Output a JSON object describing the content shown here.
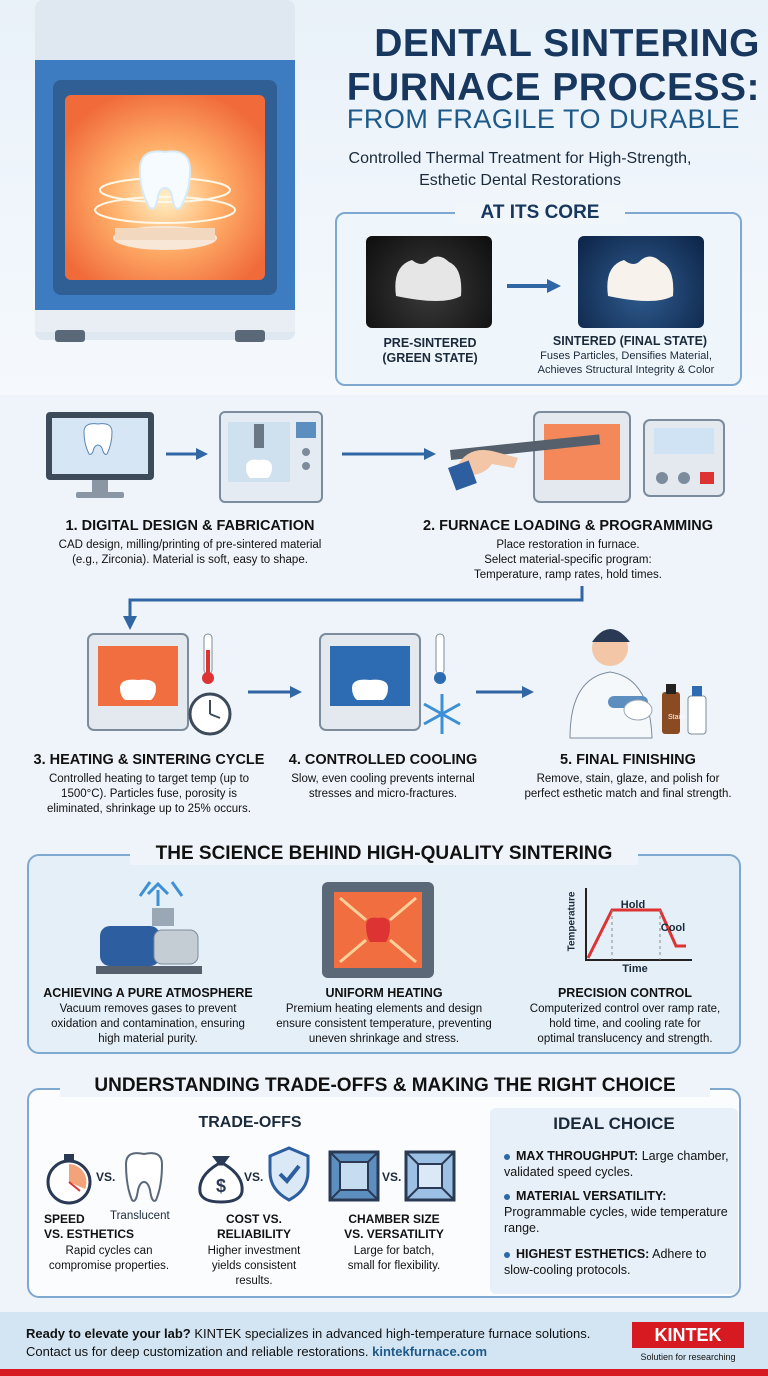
{
  "header": {
    "title_line1": "DENTAL SINTERING",
    "title_line2": "FURNACE PROCESS:",
    "title_line3": "FROM FRAGILE TO DURABLE",
    "subtitle": "Controlled Thermal Treatment for High-Strength, Esthetic Dental Restorations"
  },
  "core": {
    "title": "AT ITS CORE",
    "pre_label_1": "PRE-SINTERED",
    "pre_label_2": "(GREEN STATE)",
    "post_label": "SINTERED (FINAL STATE)",
    "post_desc_1": "Fuses Particles, Densifies Material,",
    "post_desc_2": "Achieves Structural Integrity & Color"
  },
  "steps": [
    {
      "title": "1. DIGITAL DESIGN & FABRICATION",
      "desc_1": "CAD design, milling/printing of pre-sintered material",
      "desc_2": "(e.g., Zirconia). Material is soft, easy to shape."
    },
    {
      "title": "2. FURNACE LOADING & PROGRAMMING",
      "desc_1": "Place restoration in furnace.",
      "desc_2": "Select material-specific program:",
      "desc_3": "Temperature, ramp rates, hold times."
    },
    {
      "title": "3. HEATING & SINTERING CYCLE",
      "desc_1": "Controlled heating to target temp (up to",
      "desc_2": "1500°C). Particles fuse, porosity is",
      "desc_3": "eliminated, shrinkage up to 25% occurs."
    },
    {
      "title": "4. CONTROLLED COOLING",
      "desc_1": "Slow, even cooling prevents internal",
      "desc_2": "stresses and micro-fractures."
    },
    {
      "title": "5. FINAL FINISHING",
      "desc_1": "Remove, stain, glaze, and polish for",
      "desc_2": "perfect esthetic match and final strength."
    }
  ],
  "science": {
    "title": "THE SCIENCE BEHIND HIGH-QUALITY SINTERING",
    "items": [
      {
        "head": "ACHIEVING A PURE ATMOSPHERE",
        "d1": "Vacuum removes gases to prevent",
        "d2": "oxidation and contamination, ensuring",
        "d3": "high material purity."
      },
      {
        "head": "UNIFORM HEATING",
        "d1": "Premium heating elements and design",
        "d2": "ensure consistent temperature, preventing",
        "d3": "uneven shrinkage and stress."
      },
      {
        "head": "PRECISION CONTROL",
        "d1": "Computerized control over ramp rate,",
        "d2": "hold time, and cooling rate for",
        "d3": "optimal translucency and strength."
      }
    ],
    "graph": {
      "ylabel": "Temperature",
      "xlabel": "Time",
      "hold": "Hold",
      "cool": "Cool"
    }
  },
  "tradeoffs": {
    "title": "UNDERSTANDING TRADE-OFFS & MAKING THE RIGHT CHOICE",
    "sub": "TRADE-OFFS",
    "vs": "VS.",
    "translucent": "Translucent",
    "items": [
      {
        "h1": "SPEED",
        "h2": "VS. ESTHETICS",
        "d1": "Rapid cycles can",
        "d2": "compromise properties."
      },
      {
        "h1": "COST VS.",
        "h2": "RELIABILITY",
        "d1": "Higher investment",
        "d2": "yields consistent",
        "d3": "results."
      },
      {
        "h1": "CHAMBER SIZE",
        "h2": "VS. VERSATILITY",
        "d1": "Large for batch,",
        "d2": "small for flexibility."
      }
    ],
    "ideal": {
      "title": "IDEAL CHOICE",
      "items": [
        {
          "b": "MAX THROUGHPUT:",
          "t": " Large chamber, validated speed cycles."
        },
        {
          "b": "MATERIAL VERSATILITY:",
          "t": " Programmable cycles, wide temperature range."
        },
        {
          "b": "HIGHEST ESTHETICS:",
          "t": " Adhere to slow-cooling protocols."
        }
      ]
    }
  },
  "footer": {
    "line1_b": "Ready to elevate your lab?",
    "line1": " KINTEK specializes in advanced high-temperature furnace solutions.",
    "line2": "Contact us for deep customization and reliable restorations. ",
    "link": "kintekfurnace.com",
    "brand": "KINTEK",
    "tagline": "Solutien for researching"
  },
  "bottle_label": "Stain"
}
